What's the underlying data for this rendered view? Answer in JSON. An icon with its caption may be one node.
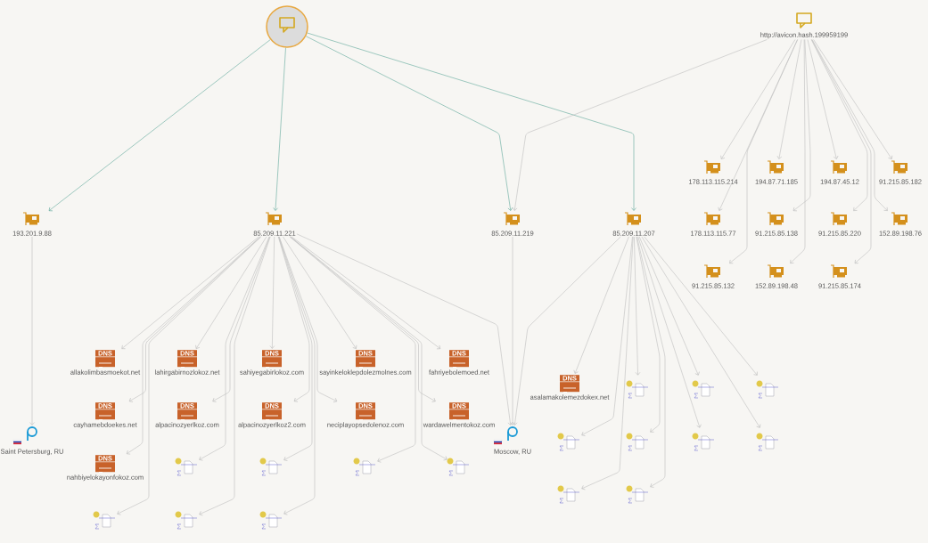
{
  "diagram": {
    "nodes": [
      {
        "text": [],
        "shape": "circle"
      },
      {
        "text": [
          "http://avicon.hash.199959199"
        ]
      },
      {
        "text": [
          "193.201.9.88"
        ]
      },
      {
        "text": [
          "85.209.11.221"
        ]
      },
      {
        "text": [
          "85.209.11.219"
        ]
      },
      {
        "text": [
          "85.209.11.207"
        ]
      },
      {
        "text": [
          "178.113.115.214"
        ]
      },
      {
        "text": [
          "194.87.71.185"
        ]
      },
      {
        "text": [
          "194.87.45.12"
        ]
      },
      {
        "text": [
          "91.215.85.182"
        ]
      },
      {
        "text": [
          "178.113.115.77"
        ]
      },
      {
        "text": [
          "91.215.85.138"
        ]
      },
      {
        "text": [
          "91.215.85.220"
        ]
      },
      {
        "text": [
          "152.89.198.76"
        ]
      },
      {
        "text": [
          "91.215.85.132"
        ]
      },
      {
        "text": [
          "152.89.198.48"
        ]
      },
      {
        "text": [
          "91.215.85.174"
        ]
      },
      {
        "text": [
          "Saint Petersburg, RU"
        ]
      },
      {
        "text": [
          "Moscow, RU"
        ]
      },
      {
        "text": [
          "DNS",
          "allakolimbasmoekot.net"
        ]
      },
      {
        "text": [
          "DNS",
          "lahirgabirnozlokoz.net"
        ]
      },
      {
        "text": [
          "DNS",
          "sahiyegabirlokoz.com"
        ]
      },
      {
        "text": [
          "DNS",
          "sayinkeloklepdolezmolnes.com"
        ]
      },
      {
        "text": [
          "DNS",
          "fahriyebolemoed.net"
        ]
      },
      {
        "text": [
          "DNS",
          "cayhamebdoekes.net"
        ]
      },
      {
        "text": [
          "DNS",
          "alpacinozyerlkoz.com"
        ]
      },
      {
        "text": [
          "DNS",
          "alpacinozyerlkoz2.com"
        ]
      },
      {
        "text": [
          "DNS",
          "neciplayopsedolenoz.com"
        ]
      },
      {
        "text": [
          "DNS",
          "wardawelmentokoz.com"
        ]
      },
      {
        "text": [
          "DNS",
          "nahbiyelokayonfokoz.com"
        ]
      },
      {
        "text": [],
        "shape": "picture"
      },
      {
        "text": [],
        "shape": "picture"
      },
      {
        "text": [],
        "shape": "picture"
      },
      {
        "text": [],
        "shape": "picture"
      },
      {
        "text": [],
        "shape": "picture"
      },
      {
        "text": [],
        "shape": "picture"
      },
      {
        "text": [],
        "shape": "picture"
      },
      {
        "text": [
          "DNS",
          "asalamakolemezdokex.net"
        ]
      },
      {
        "text": [],
        "shape": "picture"
      },
      {
        "text": [],
        "shape": "picture"
      },
      {
        "text": [],
        "shape": "picture"
      },
      {
        "text": [],
        "shape": "picture"
      },
      {
        "text": [],
        "shape": "picture"
      },
      {
        "text": [],
        "shape": "picture"
      },
      {
        "text": [],
        "shape": "picture"
      },
      {
        "text": [],
        "shape": "picture"
      },
      {
        "text": [],
        "shape": "picture"
      }
    ],
    "edges": [
      {
        "from": 0,
        "to": 2,
        "arrow": "to",
        "color": "#5fa89a"
      },
      {
        "from": 0,
        "to": 3,
        "arrow": "to",
        "color": "#5fa89a"
      },
      {
        "from": 0,
        "to": 4,
        "arrow": "to",
        "color": "#5fa89a"
      },
      {
        "from": 0,
        "to": 5,
        "arrow": "to",
        "color": "#5fa89a"
      },
      {
        "from": 1,
        "to": 4,
        "arrow": "to"
      },
      {
        "from": 1,
        "to": 6,
        "arrow": "to"
      },
      {
        "from": 1,
        "to": 7,
        "arrow": "to"
      },
      {
        "from": 1,
        "to": 8,
        "arrow": "to"
      },
      {
        "from": 1,
        "to": 9,
        "arrow": "to"
      },
      {
        "from": 1,
        "to": 10,
        "arrow": "to"
      },
      {
        "from": 1,
        "to": 11,
        "arrow": "to"
      },
      {
        "from": 1,
        "to": 12,
        "arrow": "to"
      },
      {
        "from": 1,
        "to": 13,
        "arrow": "to"
      },
      {
        "from": 1,
        "to": 14,
        "arrow": "to"
      },
      {
        "from": 1,
        "to": 15,
        "arrow": "to"
      },
      {
        "from": 1,
        "to": 16,
        "arrow": "to"
      },
      {
        "from": 2,
        "to": 17,
        "arrow": "to"
      },
      {
        "from": 4,
        "to": 18,
        "arrow": "to"
      },
      {
        "from": 3,
        "to": 18,
        "arrow": "to"
      },
      {
        "from": 5,
        "to": 18,
        "arrow": "to"
      },
      {
        "from": 3,
        "to": 19,
        "arrow": "to"
      },
      {
        "from": 3,
        "to": 20,
        "arrow": "to"
      },
      {
        "from": 3,
        "to": 21,
        "arrow": "to"
      },
      {
        "from": 3,
        "to": 22,
        "arrow": "to"
      },
      {
        "from": 3,
        "to": 23,
        "arrow": "to"
      },
      {
        "from": 3,
        "to": 24,
        "arrow": "to"
      },
      {
        "from": 3,
        "to": 25,
        "arrow": "to"
      },
      {
        "from": 3,
        "to": 26,
        "arrow": "to"
      },
      {
        "from": 3,
        "to": 27,
        "arrow": "to"
      },
      {
        "from": 3,
        "to": 28,
        "arrow": "to"
      },
      {
        "from": 3,
        "to": 29,
        "arrow": "to"
      },
      {
        "from": 3,
        "to": 30,
        "arrow": "to"
      },
      {
        "from": 3,
        "to": 31,
        "arrow": "to"
      },
      {
        "from": 3,
        "to": 32,
        "arrow": "to"
      },
      {
        "from": 3,
        "to": 33,
        "arrow": "to"
      },
      {
        "from": 3,
        "to": 34,
        "arrow": "to"
      },
      {
        "from": 3,
        "to": 35,
        "arrow": "to"
      },
      {
        "from": 3,
        "to": 36,
        "arrow": "to"
      },
      {
        "from": 5,
        "to": 37,
        "arrow": "to"
      },
      {
        "from": 5,
        "to": 38,
        "arrow": "to"
      },
      {
        "from": 5,
        "to": 39,
        "arrow": "to"
      },
      {
        "from": 5,
        "to": 40,
        "arrow": "to"
      },
      {
        "from": 5,
        "to": 41,
        "arrow": "to"
      },
      {
        "from": 5,
        "to": 42,
        "arrow": "to"
      },
      {
        "from": 5,
        "to": 43,
        "arrow": "to"
      },
      {
        "from": 5,
        "to": 44,
        "arrow": "to"
      },
      {
        "from": 5,
        "to": 45,
        "arrow": "to"
      },
      {
        "from": 5,
        "to": 46,
        "arrow": "to"
      }
    ]
  }
}
